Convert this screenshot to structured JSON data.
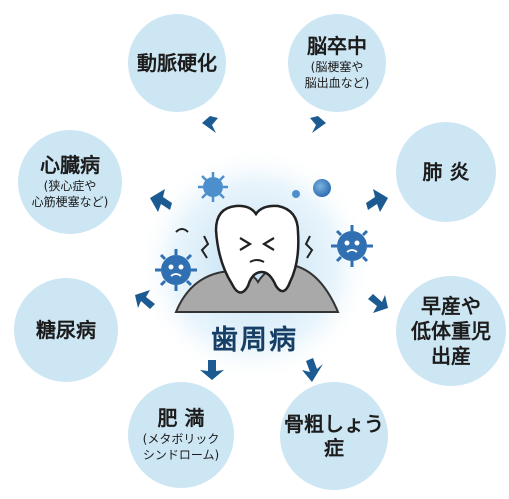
{
  "center": {
    "label": "歯周病"
  },
  "diseases": {
    "arteriosclerosis": {
      "label": "動脈硬化"
    },
    "stroke": {
      "label": "脳卒中",
      "note": "(脳梗塞や\n脳出血など)"
    },
    "heart": {
      "label": "心臓病",
      "note": "(狭心症や\n心筋梗塞など)"
    },
    "pneumonia": {
      "label": "肺 炎"
    },
    "diabetes": {
      "label": "糖尿病"
    },
    "preterm": {
      "label": "早産や\n低体重児\n出産"
    },
    "obesity": {
      "label": "肥 満",
      "note": "(メタボリック\nシンドローム)"
    },
    "osteoporosis": {
      "label": "骨粗しょう症"
    }
  },
  "colors": {
    "circle_fill": "#cde6f4",
    "arrow": "#1c5b92",
    "center_glow": "#b9dcf3",
    "gum": "#a9a9a9",
    "germ": "#2f6fb2"
  }
}
